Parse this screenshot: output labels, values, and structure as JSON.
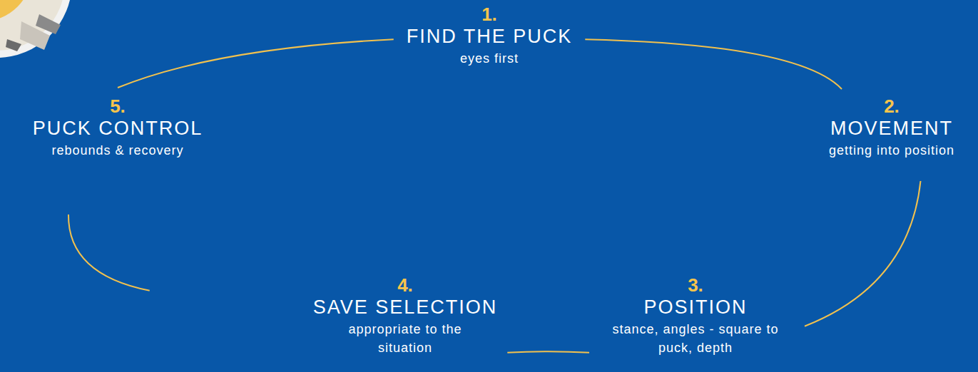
{
  "diagram": {
    "nodes": [
      {
        "text": [
          "1.",
          "FIND THE PUCK",
          "eyes first"
        ]
      },
      {
        "text": [
          "2.",
          "MOVEMENT",
          "getting into position"
        ]
      },
      {
        "text": [
          "3.",
          "POSITION",
          "stance, angles - square to puck, depth"
        ]
      },
      {
        "text": [
          "4.",
          "SAVE SELECTION",
          "appropriate to the situation"
        ]
      },
      {
        "text": [
          "5.",
          "PUCK CONTROL",
          "rebounds & recovery"
        ]
      }
    ],
    "edges": [
      {
        "from": 0,
        "to": 1,
        "arrow": "none"
      },
      {
        "from": 1,
        "to": 2,
        "arrow": "none"
      },
      {
        "from": 2,
        "to": 3,
        "arrow": "none"
      },
      {
        "from": 3,
        "to": 4,
        "arrow": "none"
      },
      {
        "from": 4,
        "to": 0,
        "arrow": "none"
      }
    ]
  }
}
